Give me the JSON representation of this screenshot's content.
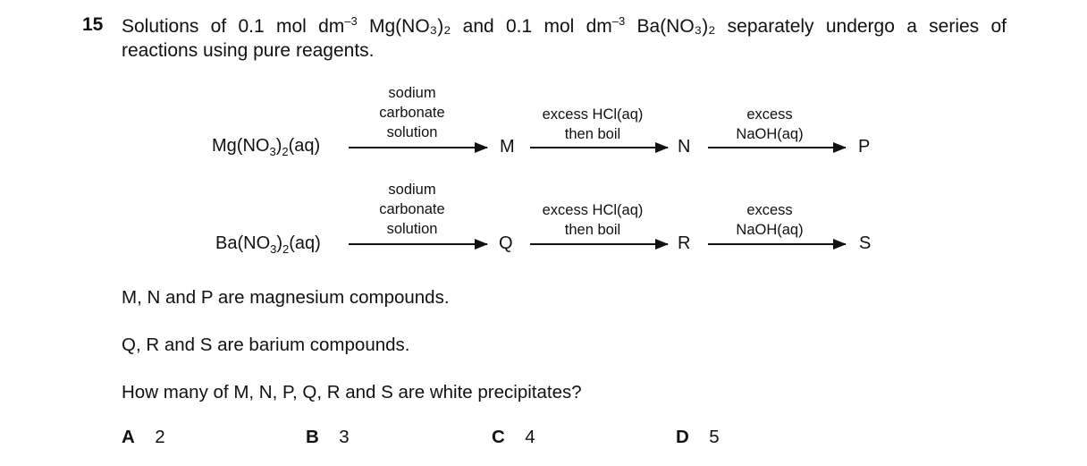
{
  "question": {
    "number": "15",
    "stem_part1": "Solutions of 0.1 mol dm",
    "stem_exp1": "–3",
    "stem_part2": " Mg(NO₃)₂ and 0.1 mol dm",
    "stem_exp2": "–3",
    "stem_part3": " Ba(NO₃)₂ separately undergo a series of",
    "stem_line2": "reactions using pure reagents."
  },
  "scheme": {
    "row1": {
      "start_main": "Mg(NO",
      "start_sub1": "3",
      "start_mid": ")",
      "start_sub2": "2",
      "start_end": "(aq)",
      "step1": "sodium carbonate solution",
      "node1": "M",
      "step2_line1": "excess HCl(aq)",
      "step2_line2": "then boil",
      "node2": "N",
      "step3_line1": "excess",
      "step3_line2": "NaOH(aq)",
      "node3": "P"
    },
    "row2": {
      "start_main": "Ba(NO",
      "start_sub1": "3",
      "start_mid": ")",
      "start_sub2": "2",
      "start_end": "(aq)",
      "step1": "sodium carbonate solution",
      "node1": "Q",
      "step2_line1": "excess HCl(aq)",
      "step2_line2": "then boil",
      "node2": "R",
      "step3_line1": "excess",
      "step3_line2": "NaOH(aq)",
      "node3": "S"
    }
  },
  "statements": {
    "line1": "M, N and P are magnesium compounds.",
    "line2": "Q, R and S are barium compounds.",
    "question": "How many of M, N, P, Q, R and S are white precipitates?"
  },
  "options": [
    {
      "letter": "A",
      "value": "2"
    },
    {
      "letter": "B",
      "value": "3"
    },
    {
      "letter": "C",
      "value": "4"
    },
    {
      "letter": "D",
      "value": "5"
    }
  ]
}
